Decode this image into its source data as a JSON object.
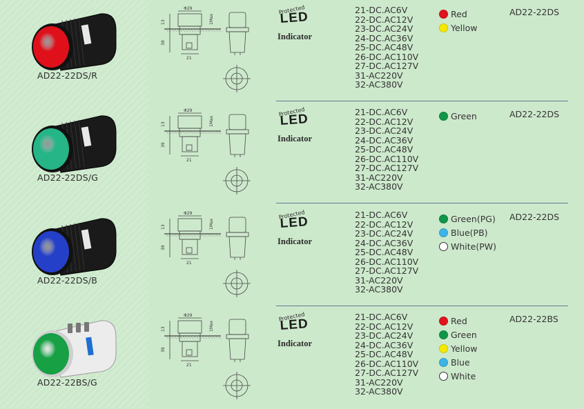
{
  "rows": [
    {
      "model": "AD22-22DS/R",
      "lens_color": "#e0101a",
      "body_color": "#1a1a1a",
      "brand": {
        "protected": "Protected",
        "led": "LED",
        "indicator": "Indicator"
      },
      "voltages": [
        "21-DC.AC6V",
        "22-DC.AC12V",
        "23-DC.AC24V",
        "24-DC.AC36V",
        "25-DC.AC48V",
        "26-DC.AC110V",
        "27-DC.AC127V",
        "31-AC220V",
        "32-AC380V"
      ],
      "colors": [
        {
          "label": "Red",
          "hex": "#e0141e"
        },
        {
          "label": "Yellow",
          "hex": "#f5e800"
        }
      ],
      "series": "AD22-22DS"
    },
    {
      "model": "AD22-22DS/G",
      "lens_color": "#25b586",
      "body_color": "#1a1a1a",
      "brand": {
        "protected": "Protected",
        "led": "LED",
        "indicator": "Indicator"
      },
      "voltages": [
        "21-DC.AC6V",
        "22-DC.AC12V",
        "23-DC.AC24V",
        "24-DC.AC36V",
        "25-DC.AC48V",
        "26-DC.AC110V",
        "27-DC.AC127V",
        "31-AC220V",
        "32-AC380V"
      ],
      "colors": [
        {
          "label": "Green",
          "hex": "#109648"
        }
      ],
      "series": "AD22-22DS"
    },
    {
      "model": "AD22-22DS/B",
      "lens_color": "#2540c8",
      "body_color": "#1a1a1a",
      "brand": {
        "protected": "Protected",
        "led": "LED",
        "indicator": "Indicator"
      },
      "voltages": [
        "21-DC.AC6V",
        "22-DC.AC12V",
        "23-DC.AC24V",
        "24-DC.AC36V",
        "25-DC.AC48V",
        "26-DC.AC110V",
        "27-DC.AC127V",
        "31-AC220V",
        "32-AC380V"
      ],
      "colors": [
        {
          "label": "Green(PG)",
          "hex": "#109648"
        },
        {
          "label": "Blue(PB)",
          "hex": "#3cb4e6"
        },
        {
          "label": "White(PW)",
          "hex": "#ffffff"
        }
      ],
      "series": "AD22-22DS"
    },
    {
      "model": "AD22-22BS/G",
      "lens_color": "#17a044",
      "body_color": "#ececec",
      "brand": {
        "protected": "Protected",
        "led": "LED",
        "indicator": "Indicator"
      },
      "voltages": [
        "21-DC.AC6V",
        "22-DC.AC12V",
        "23-DC.AC24V",
        "24-DC.AC36V",
        "25-DC.AC48V",
        "26-DC.AC110V",
        "27-DC.AC127V",
        "31-AC220V",
        "32-AC380V"
      ],
      "colors": [
        {
          "label": "Red",
          "hex": "#e0141e"
        },
        {
          "label": "Green",
          "hex": "#109648"
        },
        {
          "label": "Yellow",
          "hex": "#f5e800"
        },
        {
          "label": "Blue",
          "hex": "#3cb4e6"
        },
        {
          "label": "White",
          "hex": "#ffffff"
        }
      ],
      "series": "AD22-22BS"
    }
  ],
  "dimensions": {
    "diameter": "Φ29",
    "thickness": "13",
    "height": "39",
    "width": "21",
    "panel": "1Max"
  }
}
